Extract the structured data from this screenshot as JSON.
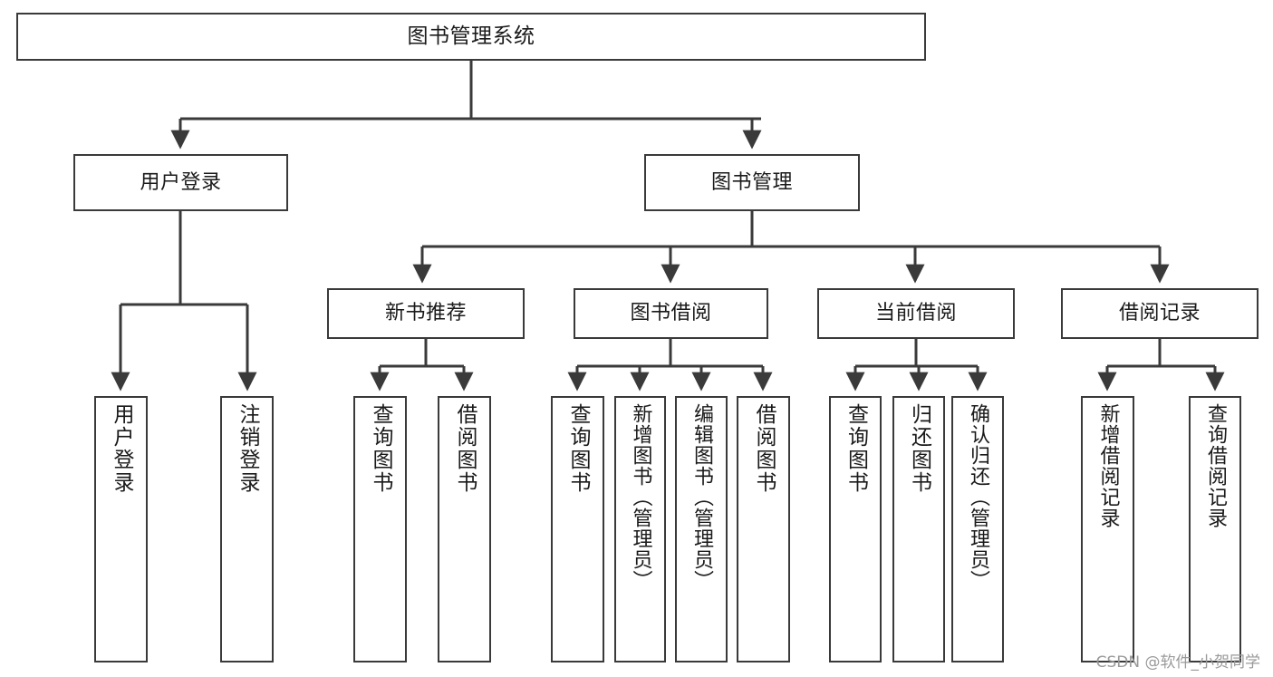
{
  "diagram": {
    "title": "图书管理系统",
    "type": "tree",
    "style": {
      "box_border_color": "#3a3a3a",
      "box_fill_color": "#ffffff",
      "line_color": "#3a3a3a",
      "text_color": "#1a1a1a",
      "background": "#ffffff"
    },
    "nodes": {
      "root": {
        "label": "图书管理系统"
      },
      "level2": [
        {
          "label": "用户登录"
        },
        {
          "label": "图书管理"
        }
      ],
      "level3": [
        {
          "label": "新书推荐"
        },
        {
          "label": "图书借阅"
        },
        {
          "label": "当前借阅"
        },
        {
          "label": "借阅记录"
        }
      ],
      "leaves": [
        {
          "label": "用户登录",
          "parent": "用户登录"
        },
        {
          "label": "注销登录",
          "parent": "用户登录"
        },
        {
          "label": "查询图书",
          "parent": "新书推荐"
        },
        {
          "label": "借阅图书",
          "parent": "新书推荐"
        },
        {
          "label": "查询图书",
          "parent": "图书借阅"
        },
        {
          "label": "新增图书（管理员）",
          "parent": "图书借阅"
        },
        {
          "label": "编辑图书（管理员）",
          "parent": "图书借阅"
        },
        {
          "label": "借阅图书",
          "parent": "图书借阅"
        },
        {
          "label": "查询图书",
          "parent": "当前借阅"
        },
        {
          "label": "归还图书",
          "parent": "当前借阅"
        },
        {
          "label": "确认归还（管理员）",
          "parent": "当前借阅"
        },
        {
          "label": "新增借阅记录",
          "parent": "借阅记录"
        },
        {
          "label": "查询借阅记录",
          "parent": "借阅记录"
        }
      ]
    },
    "watermark": "CSDN @软件_小贺同学"
  }
}
